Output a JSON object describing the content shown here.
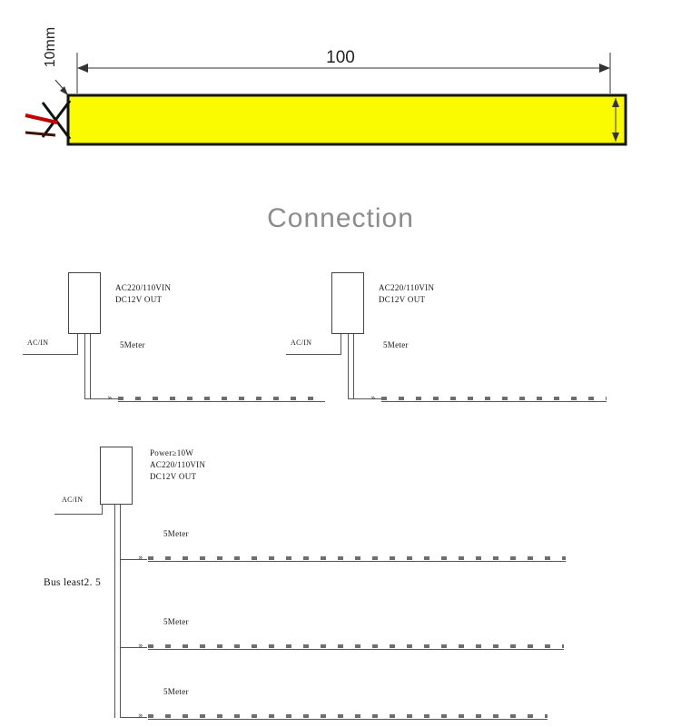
{
  "dimension": {
    "length_label": "100",
    "width_label": "10mm",
    "strip_fill_color": "#FBFB00",
    "wire_color": "#C00000",
    "connector_glyph": "»"
  },
  "connection": {
    "title": "Connection",
    "ac_in_label": "AC/IN",
    "segment_label": "5Meter",
    "psu_basic": {
      "line1": "AC220/110VIN",
      "line2": "DC12V OUT"
    },
    "psu_power": {
      "line1": "Power≥10W",
      "line2": "AC220/110VIN",
      "line3": "DC12V OUT"
    },
    "bus_label": "Bus least2. 5"
  }
}
